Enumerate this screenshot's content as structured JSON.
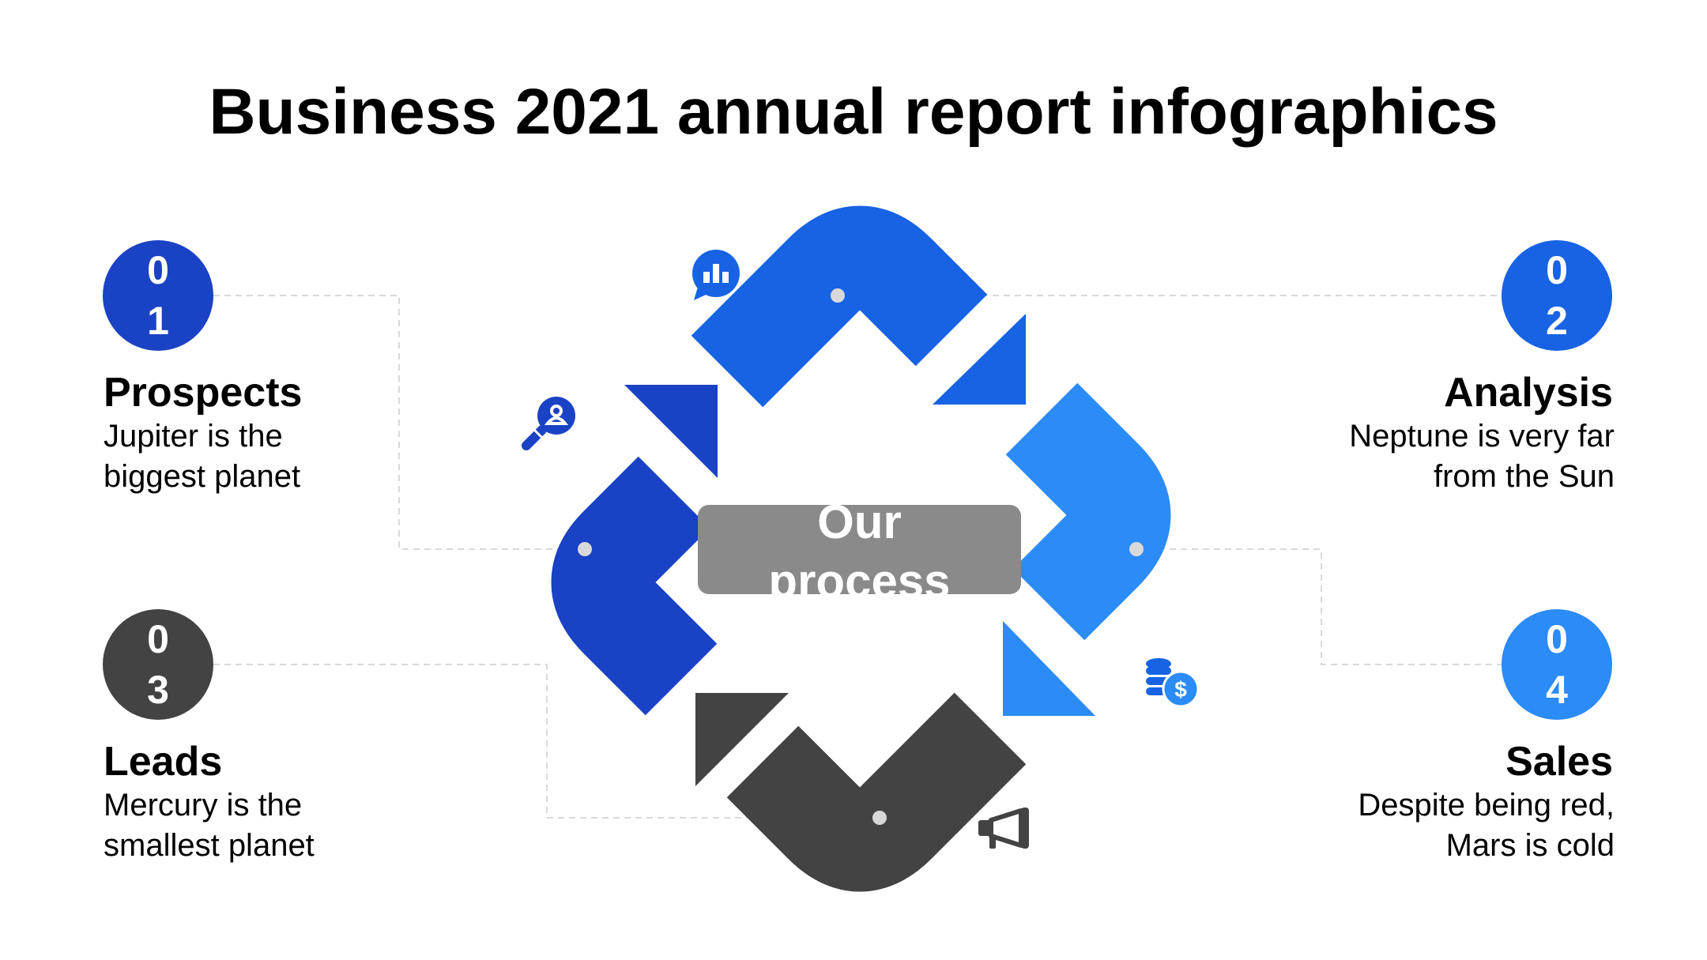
{
  "title": "Business 2021 annual report infographics",
  "center": {
    "line1": "Our",
    "line2": "process"
  },
  "colors": {
    "dark_blue": "#1a42c4",
    "blue": "#1763e3",
    "light_blue": "#2b8bf7",
    "dark_gray": "#434343",
    "center_box": "#8a8a8a",
    "connector": "#d9d9d9"
  },
  "items": [
    {
      "digit1": "0",
      "digit2": "1",
      "title": "Prospects",
      "desc_line1": "Jupiter is the",
      "desc_line2": "biggest planet",
      "color": "#1a42c4",
      "icon": "user-search-icon"
    },
    {
      "digit1": "0",
      "digit2": "2",
      "title": "Analysis",
      "desc_line1": "Neptune is very far",
      "desc_line2": "from the Sun",
      "color": "#1763e3",
      "icon": "chart-chat-icon"
    },
    {
      "digit1": "0",
      "digit2": "3",
      "title": "Leads",
      "desc_line1": "Mercury is the",
      "desc_line2": "smallest planet",
      "color": "#434343",
      "icon": "megaphone-icon"
    },
    {
      "digit1": "0",
      "digit2": "4",
      "title": "Sales",
      "desc_line1": "Despite being red,",
      "desc_line2": "Mars is cold",
      "color": "#2b8bf7",
      "icon": "coins-dollar-icon"
    }
  ]
}
